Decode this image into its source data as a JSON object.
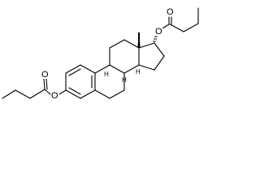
{
  "molecule": {
    "bond_color": "#000000",
    "background_color": "#ffffff",
    "atom_labels": {
      "ester_oxygen_top": "O",
      "carbonyl_oxygen_top": "O",
      "ester_oxygen_bottom": "O",
      "carbonyl_oxygen_bottom": "O"
    },
    "stereo_hydrogen_labels": {
      "h8": "H",
      "h9": "H",
      "h14": "H"
    }
  }
}
